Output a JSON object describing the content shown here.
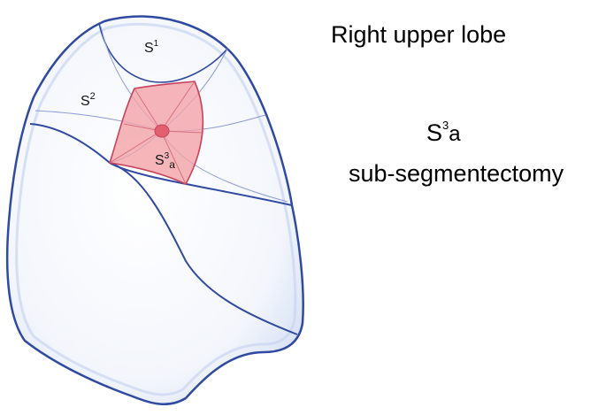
{
  "diagram": {
    "title": "Right upper lobe",
    "procedure": {
      "segment_base": "S",
      "segment_sup": "3",
      "segment_sub": "a",
      "name": "sub-segmentectomy"
    },
    "segments": {
      "s1": {
        "base": "S",
        "sup": "1"
      },
      "s2": {
        "base": "S",
        "sup": "2"
      },
      "s3a": {
        "base": "S",
        "sup": "3",
        "sub": "a"
      }
    },
    "colors": {
      "lung_outline": "#2f4aa0",
      "lung_fill": "#eef3fb",
      "segment_lines": "#8c9bd4",
      "resection_fill": "#f2a3a8",
      "resection_outline": "#c8425a",
      "center_dot": "#e06070"
    }
  }
}
